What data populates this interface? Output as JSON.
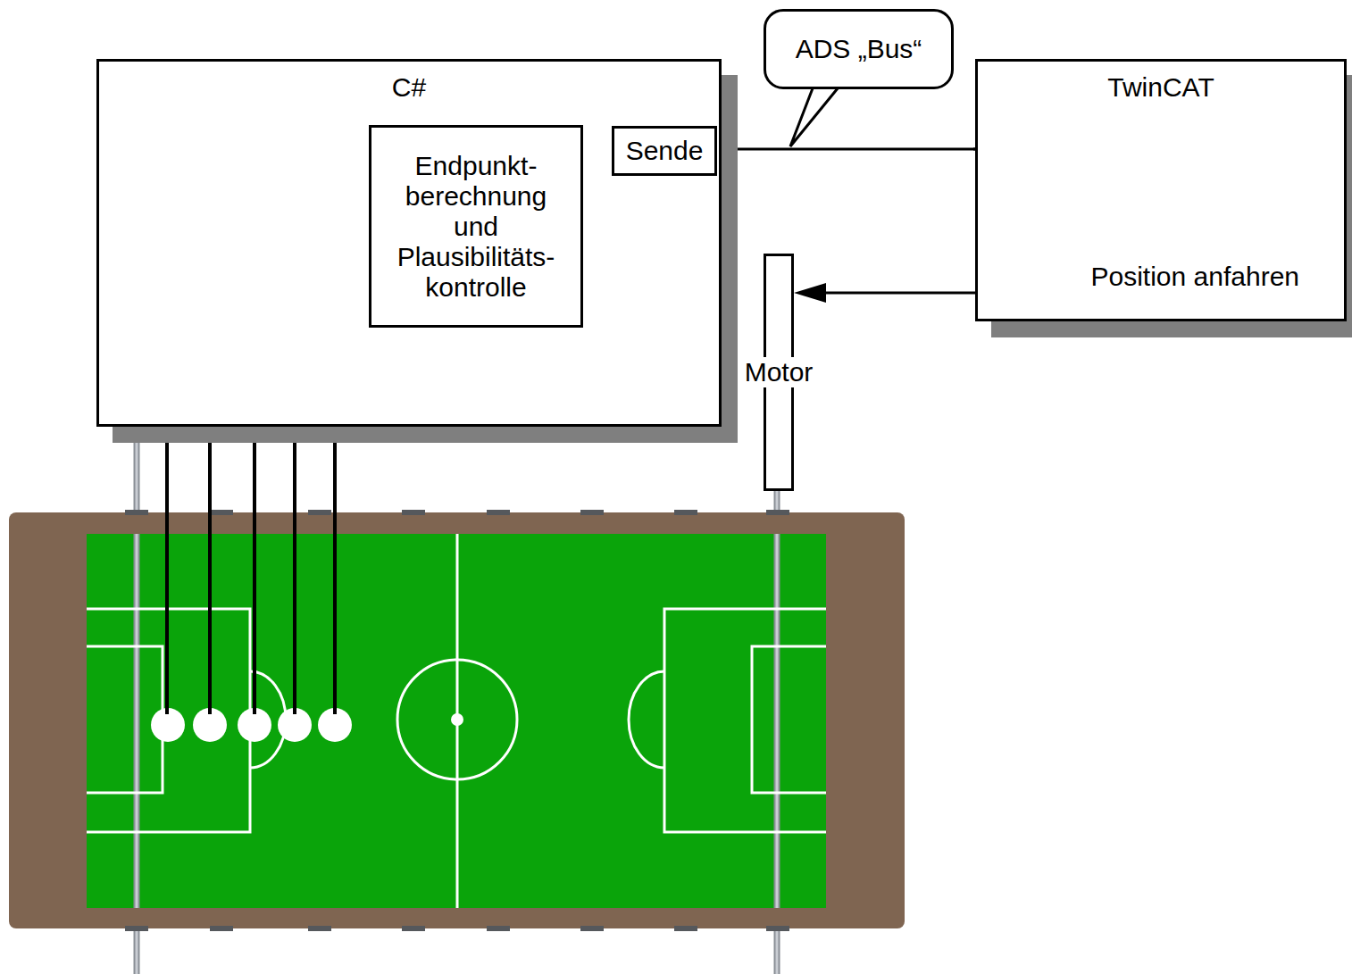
{
  "diagram": {
    "nodes": [
      {
        "text": [
          "C#"
        ]
      },
      {
        "text": [
          "Endpunkt- berechnung und Plausibilitäts- kontrolle"
        ],
        "in": 0
      },
      {
        "text": [
          "Sende"
        ],
        "in": 0
      },
      {
        "text": [
          "ADS „Bus“"
        ]
      },
      {
        "text": [
          "TwinCAT",
          "Position anfahren"
        ]
      },
      {
        "text": [
          "Motor"
        ]
      }
    ],
    "edges": [
      {
        "from": 1,
        "to": 2,
        "arrow": "none"
      },
      {
        "from": 2,
        "to": 4,
        "arrow": "none"
      },
      {
        "from": 4,
        "to": 5,
        "arrow": "to"
      }
    ]
  }
}
